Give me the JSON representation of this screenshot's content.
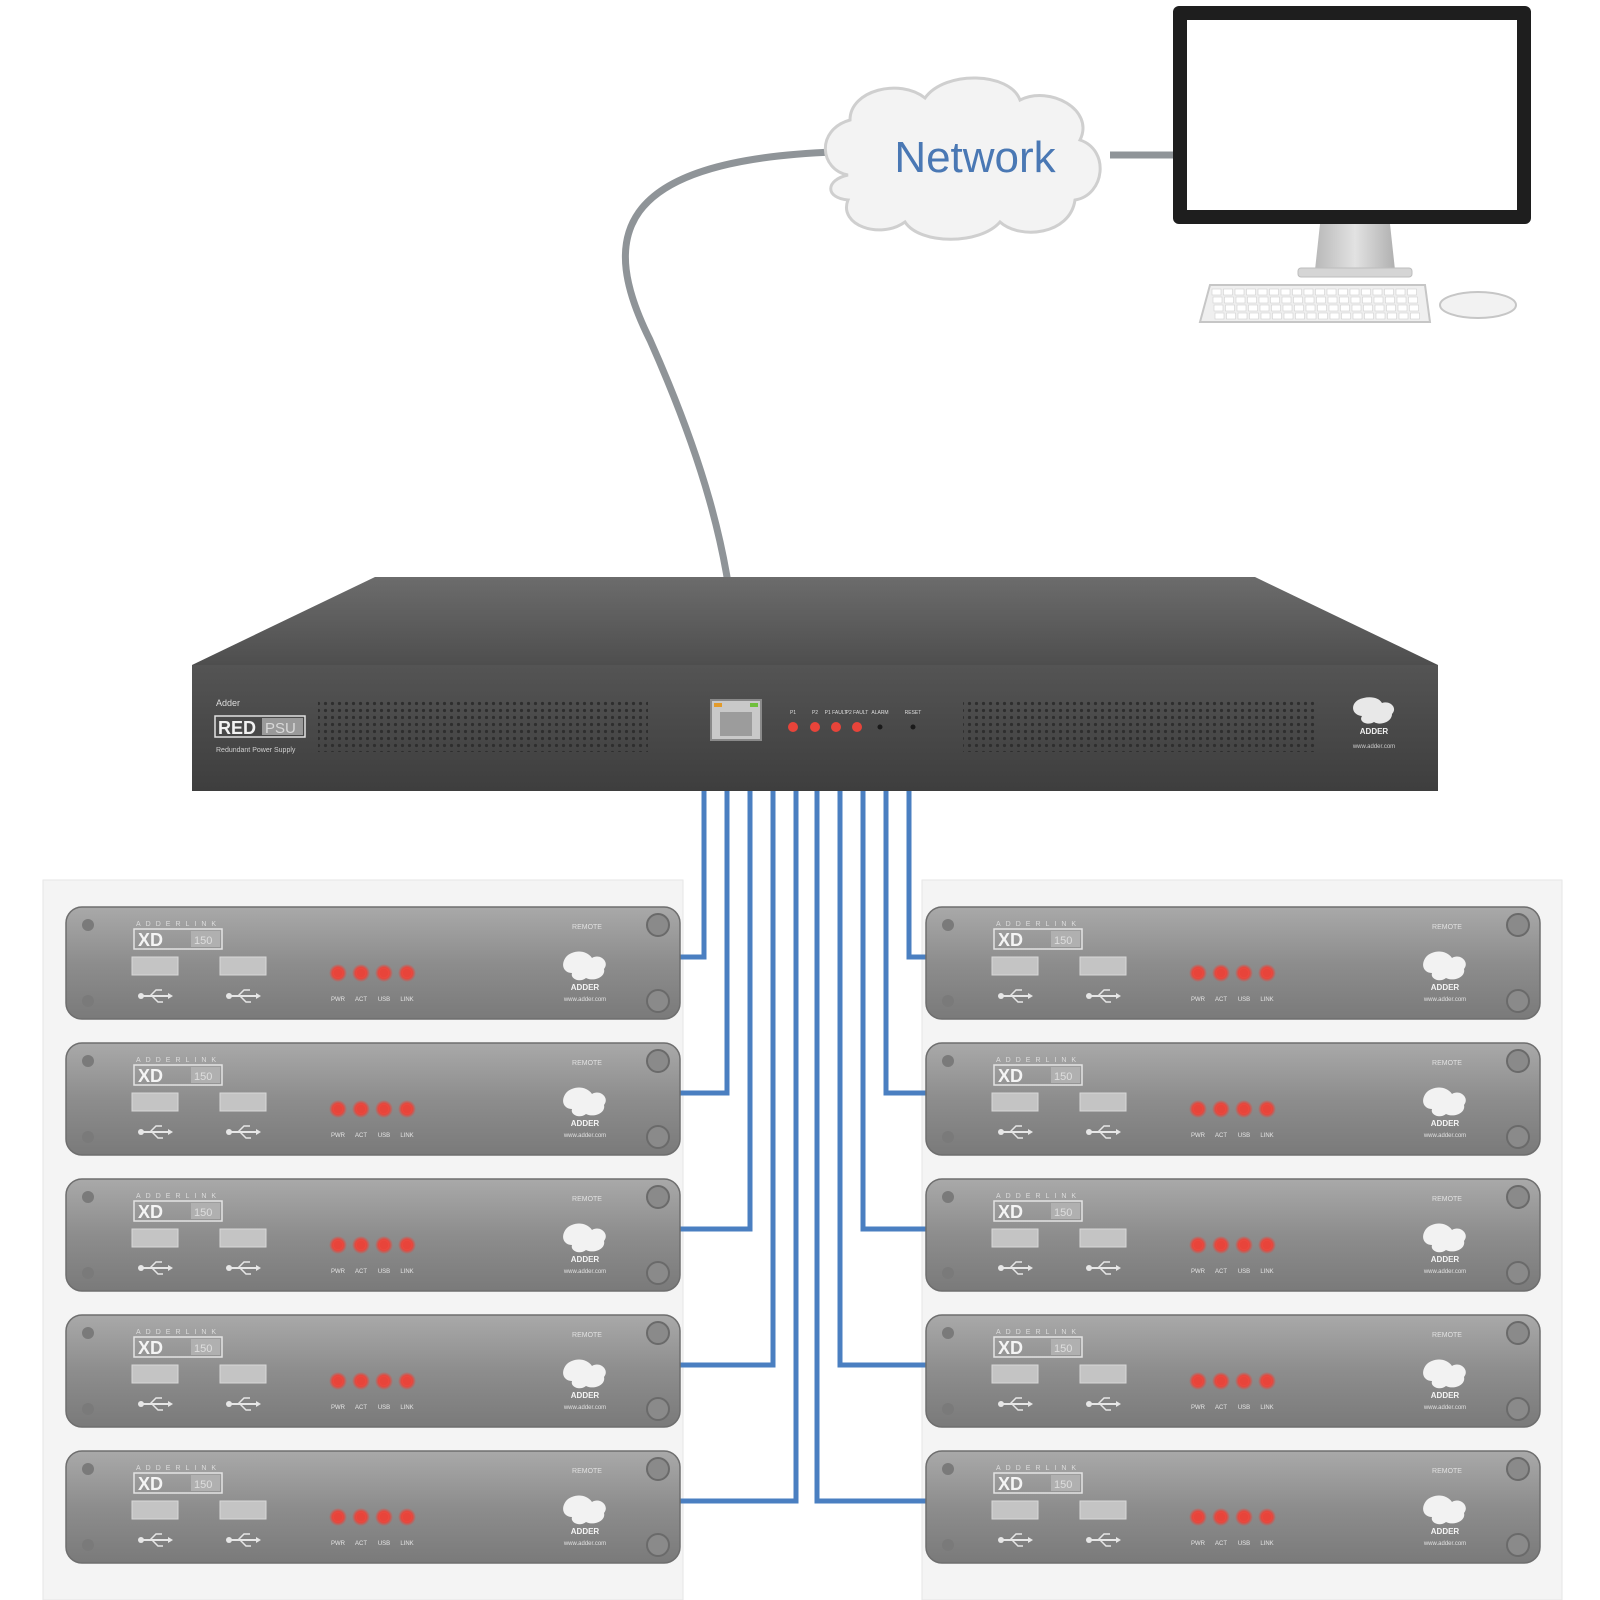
{
  "network": {
    "label": "Network"
  },
  "psu": {
    "brand": "Adder",
    "model_red": "RED",
    "model_psu": "PSU",
    "subtitle": "Redundant Power Supply",
    "indicators": [
      "P1",
      "P2",
      "P1 FAULT",
      "P2 FAULT",
      "ALARM",
      "RESET"
    ],
    "logo_text": "ADDER",
    "url": "www.adder.com"
  },
  "extender": {
    "series": "ADDERLINK",
    "model": "XD",
    "model_suffix": "150",
    "role": "REMOTE",
    "led_labels": [
      "PWR",
      "ACT",
      "USB",
      "LINK"
    ],
    "logo_text": "ADDER",
    "url": "www.adder.com"
  },
  "colors": {
    "cable_blue": "#4a7fc1",
    "cable_grey": "#8f9498",
    "network_text": "#4a78b4",
    "led_red": "#e8443a",
    "psu_body": "#4f4f4f"
  },
  "units_per_side": 5
}
